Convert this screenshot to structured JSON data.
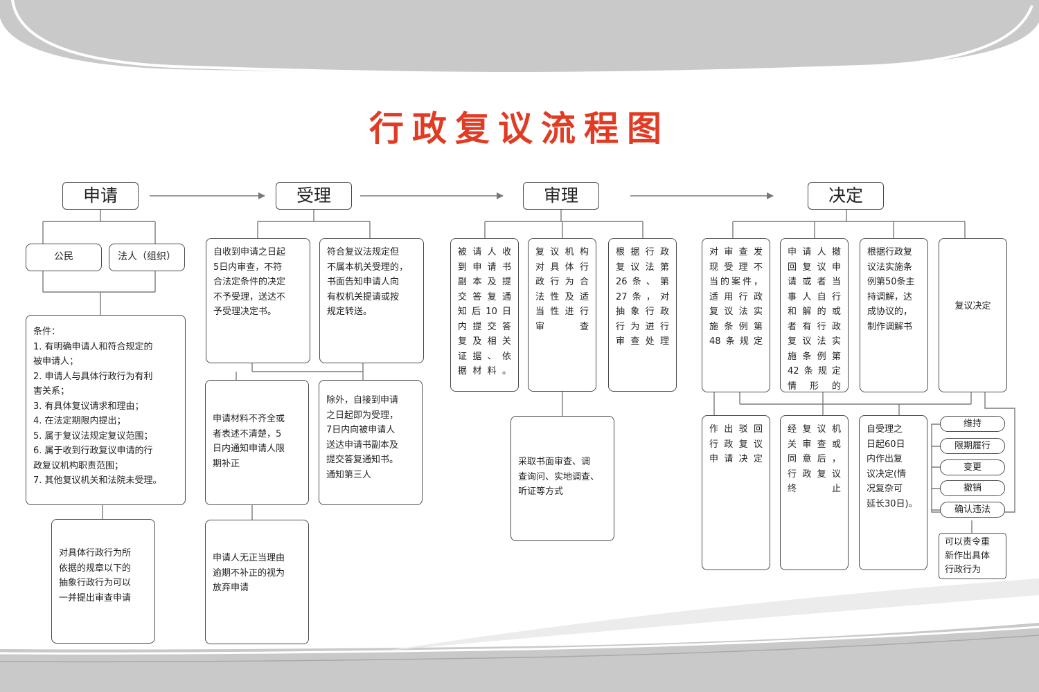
{
  "title": "行政复议流程图",
  "stages": {
    "apply": "申请",
    "accept": "受理",
    "review": "审理",
    "decide": "决定"
  },
  "apply": {
    "citizen": "公民",
    "legal_person": "法人（组织）",
    "conditions": "条件：\n1. 有明确申请人和符合规定的\n   被申请人；\n2. 申请人与具体行政行为有利\n   害关系；\n3. 有具体复议请求和理由；\n4. 在法定期限内提出；\n5. 属于复议法规定复议范围；\n6. 属于收到行政复议申请的行\n   政复议机构职责范围；\n7. 其他复议机关和法院未受理。",
    "abstract_review": "对具体行政行为所\n依据的规章以下的\n抽象行政行为可以\n一并提出审查申请"
  },
  "accept": {
    "review_5days": "自收到申请之日起\n5日内审查，不符\n合法定条件的决定\n不予受理，送达不\n予受理决定书。",
    "transfer": "符合复议法规定但\n不属本机关受理的，\n书面告知申请人向\n有权机关提请或按\n规定转送。",
    "incomplete": "申请材料不齐全或\n者表述不清楚，5\n日内通知申请人限\n期补正",
    "accepted": "除外，自接到申请\n之日起即为受理，\n7日内向被申请人\n送达申请书副本及\n提交答复通知书。\n通知第三人",
    "abandon": "申请人无正当理由\n逾期不补正的视为\n放弃申请"
  },
  "review": {
    "respondent": "被请人收\n到申请书\n副本及提\n交答复通\n知后10日\n内提交答\n复及相关\n证据、依\n据材料。",
    "organ": "复议机构\n对具体行\n政行为合\n法性及适\n当性进行\n审查",
    "abstract": "根据行政\n复议法第\n26条、第\n27条，对\n抽象行政\n行为进行\n审查处理",
    "methods": "采取书面审查、调\n查询问、实地调查、\n听证等方式"
  },
  "decide": {
    "improper": "对审查发\n现受理不\n当的案件，\n适用行政\n复议法实\n施条例第\n48条规定",
    "withdraw": "申请人撤\n回复议申\n请或者当\n事人自行\n和解的或\n者有行政\n复议法实\n施条例第\n42条规定\n情形的",
    "mediation": "根据行政复\n议法实施条\n例第50条主\n持调解，达\n成协议的，\n制作调解书",
    "decision": "复议决定",
    "dismiss": "作出驳回\n行政复议\n申请决定",
    "terminate": "经复议机\n关审查或\n同意后，\n行政复议\n终止",
    "deadline": "自受理之\n日起60日\n内作出复\n议决定(情\n况复杂可\n延长30日)。",
    "outcomes": [
      "维持",
      "限期履行",
      "变更",
      "撤销",
      "确认违法"
    ],
    "reorder": "可以责令重\n新作出具体\n行政行为"
  }
}
